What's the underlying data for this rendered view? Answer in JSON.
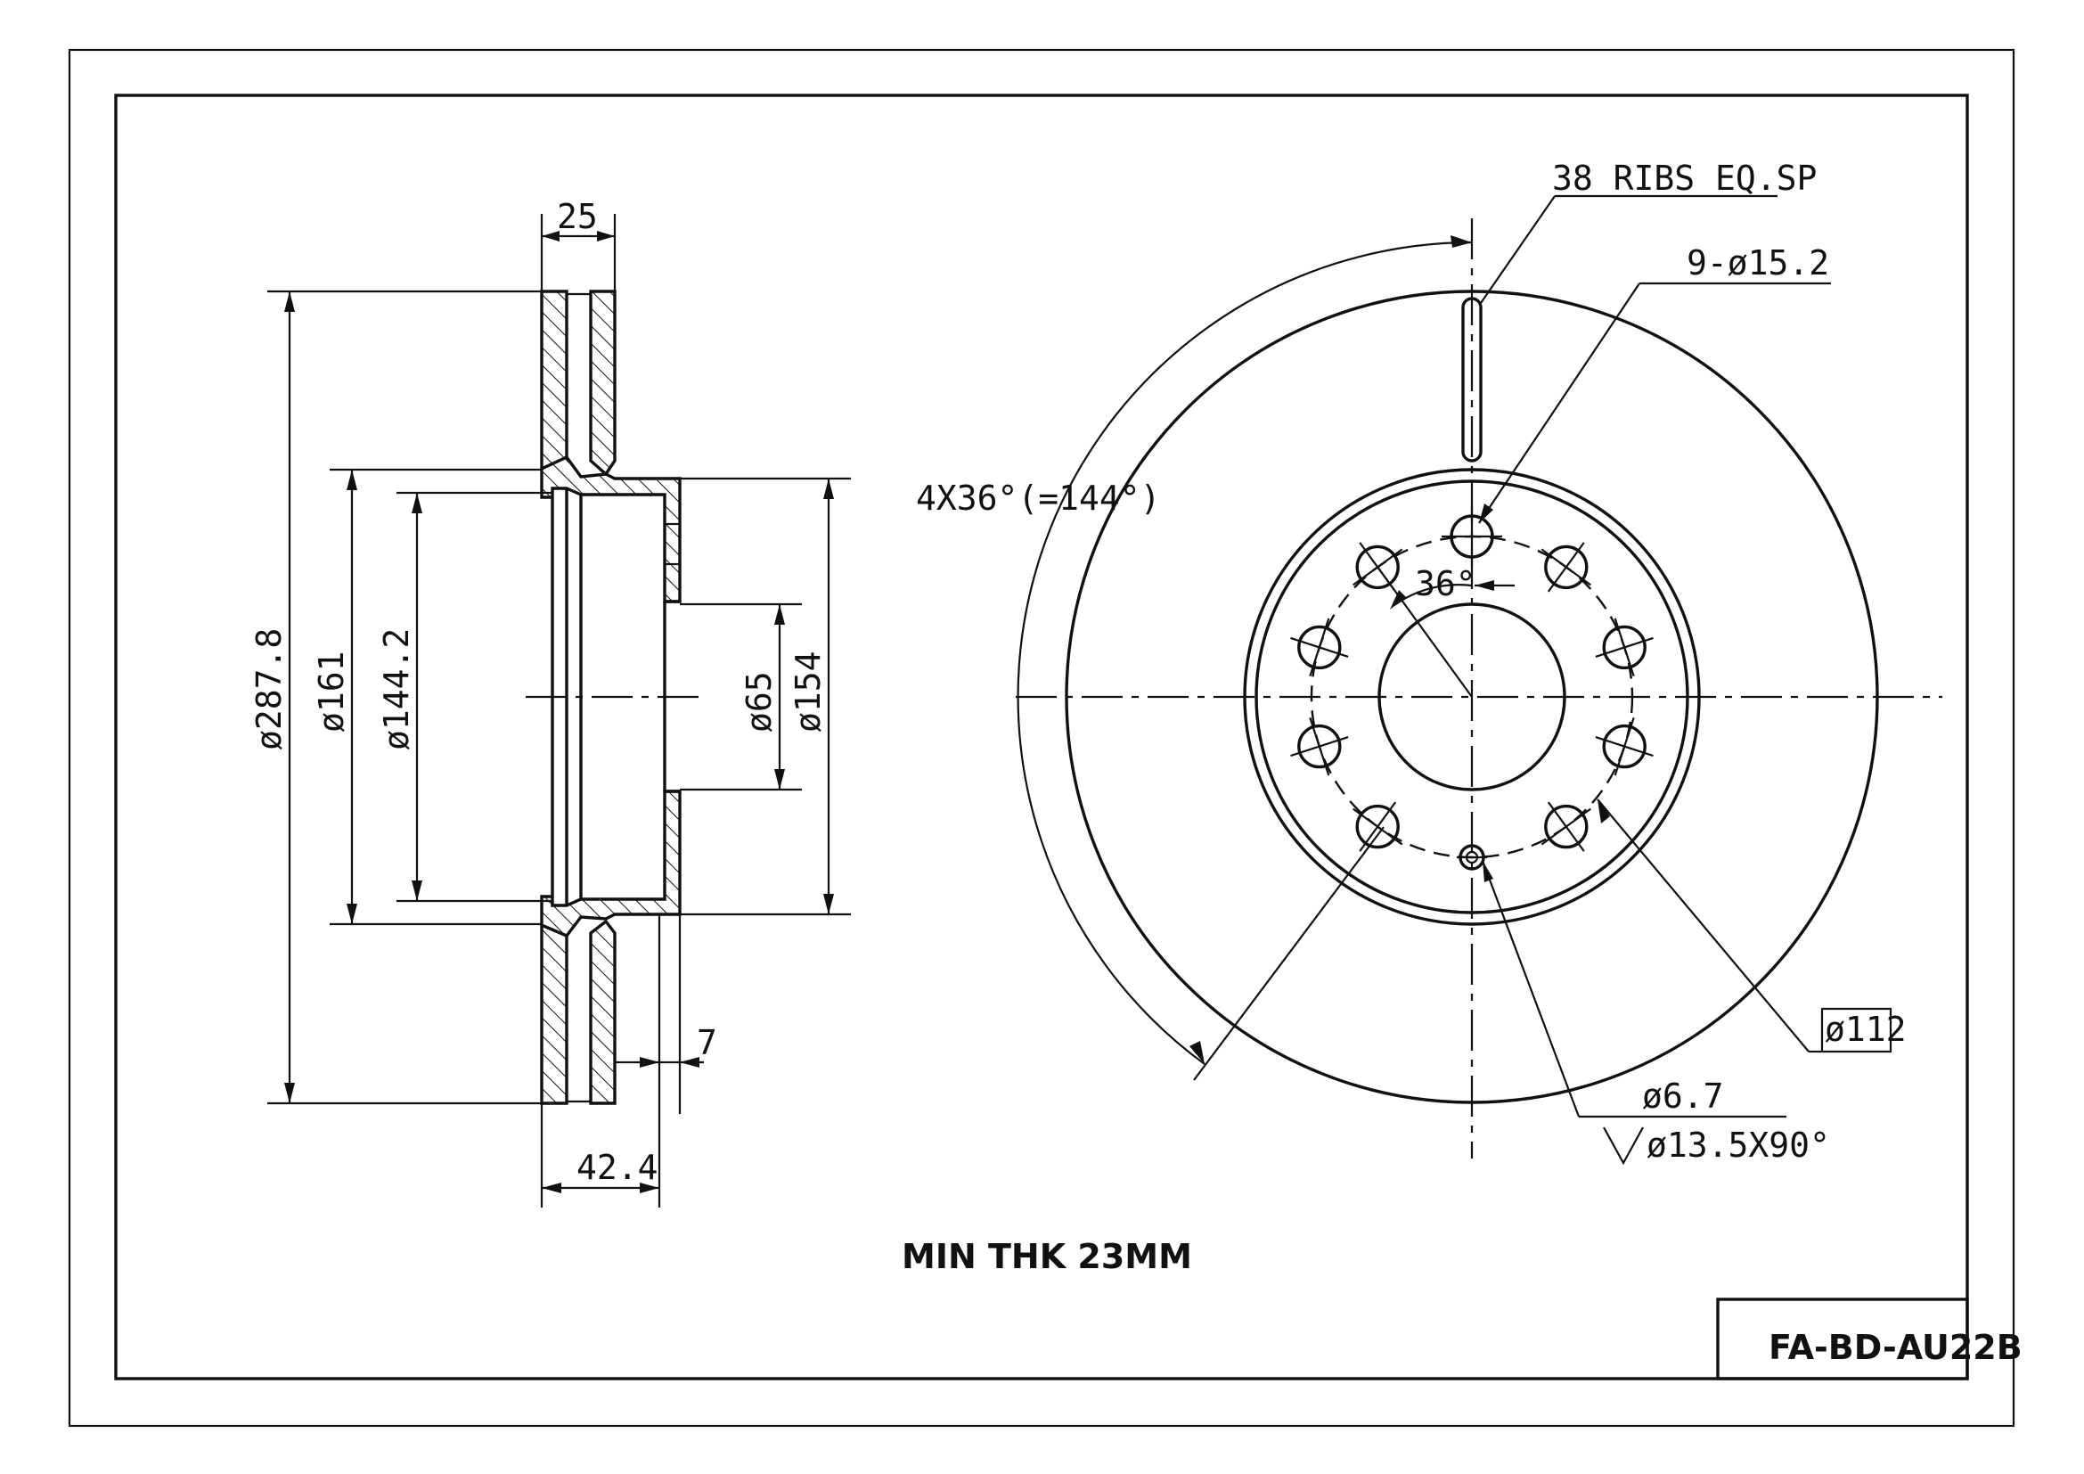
{
  "dims": {
    "width_25": "25",
    "d287": "ø287.8",
    "d161": "ø161",
    "d144": "ø144.2",
    "d65": "ø65",
    "d154": "ø154",
    "w7": "7",
    "w42": "42.4",
    "ribs": "38 RIBS EQ.SP",
    "holes": "9-ø15.2",
    "angle_total": "4X36°(=144°)",
    "angle_36": "36°",
    "pcd": "ø112",
    "d67": "ø6.7",
    "countersink": "ø13.5X90°"
  },
  "notes": {
    "min_thk": "MIN THK 23MM"
  },
  "title_block": {
    "part_number": "FA-BD-AU22B"
  }
}
